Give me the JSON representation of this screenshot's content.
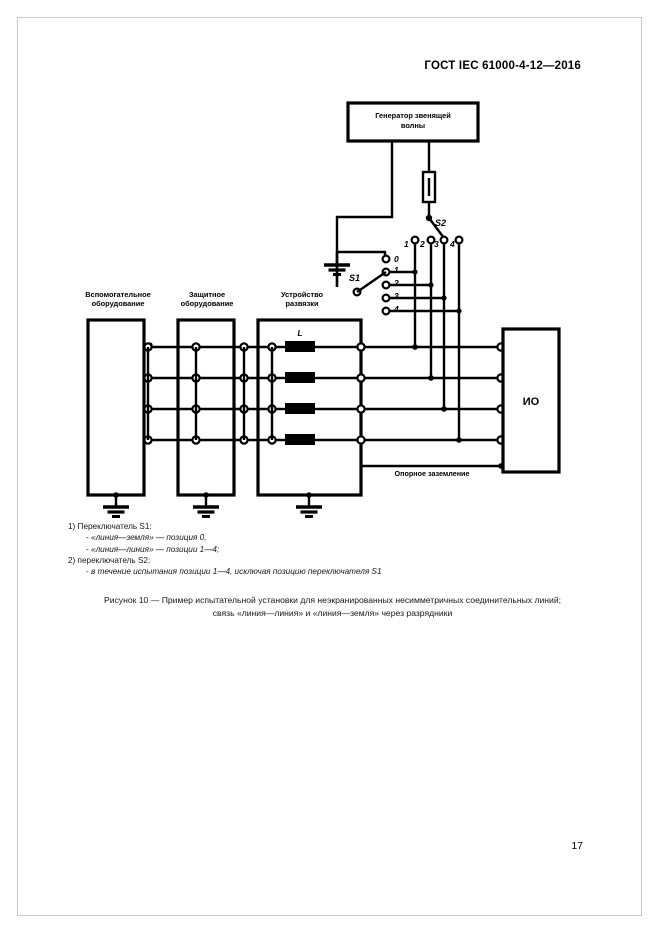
{
  "document": {
    "header_title": "ГОСТ IEC 61000-4-12—2016",
    "page_number": "17"
  },
  "figure": {
    "generator_label_line1": "Генератор звенящей",
    "generator_label_line2": "волны",
    "switch_s1_label": "S1",
    "switch_s2_label": "S2",
    "s1_positions": [
      "0",
      "1",
      "2",
      "3",
      "4"
    ],
    "s2_positions": [
      "1",
      "2",
      "3",
      "4"
    ],
    "aux_equipment_line1": "Вспомогательное",
    "aux_equipment_line2": "оборудование",
    "protective_equipment_line1": "Защитное",
    "protective_equipment_line2": "оборудование",
    "decoupling_device_line1": "Устройство",
    "decoupling_device_line2": "развязки",
    "inductor_label": "L",
    "eut_label": "ИО",
    "reference_ground_label": "Опорное заземление"
  },
  "notes": {
    "item1": "1)  Переключатель S1:",
    "item1_sub1": "«линия—земля» — позиция 0,",
    "item1_sub2": "«линия—линия» — позиции 1—4;",
    "item2": "2)  переключатель S2:",
    "item2_sub1": "в течение испытания позиции 1—4, исключая позицию переключателя S1",
    "dash": "-"
  },
  "caption": {
    "line1": "Рисунок 10 — Пример испытательной установки для неэкранированных несимметричных соединительных линий;",
    "line2": "связь «линия—линия» и «линия—земля» через разрядники"
  },
  "colors": {
    "ink": "#000000",
    "page_background": "#ffffff",
    "frame": "#c9c9c9"
  }
}
